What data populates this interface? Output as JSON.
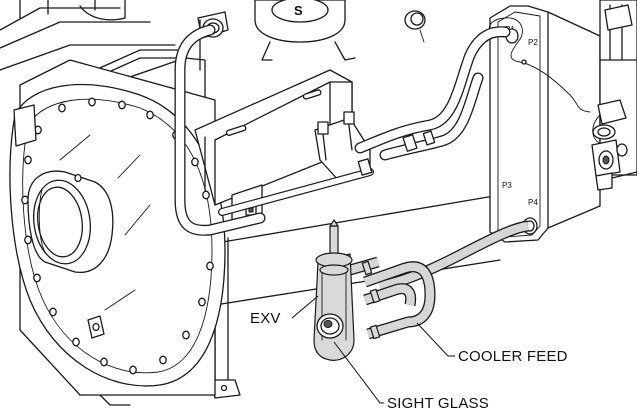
{
  "callouts": {
    "exv": "EXV",
    "cooler_feed": "COOLER FEED",
    "sight_glass": "SIGHT GLASS"
  },
  "port_marks": {
    "p1": "P1",
    "p2": "P2",
    "p3": "P3",
    "p4": "P4"
  }
}
